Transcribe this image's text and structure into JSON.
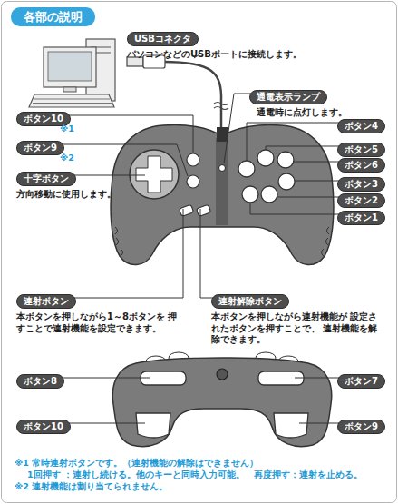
{
  "diagram": {
    "title": "各部の説明",
    "nodes": [
      {
        "text": [
          "USBコネクタ",
          "パソコンなどのUSBポートに接続します。"
        ]
      },
      {
        "text": [
          "通電表示ランプ",
          "通電時に点灯します。"
        ]
      },
      {
        "text": [
          "ボタン10"
        ]
      },
      {
        "text": [
          "ボタン4"
        ]
      },
      {
        "text": [
          "ボタン9"
        ]
      },
      {
        "text": [
          "ボタン5"
        ]
      },
      {
        "text": [
          "ボタン6"
        ]
      },
      {
        "text": [
          "十字ボタン",
          "方向移動に使用します。"
        ]
      },
      {
        "text": [
          "ボタン3"
        ]
      },
      {
        "text": [
          "ボタン2"
        ]
      },
      {
        "text": [
          "ボタン1"
        ]
      },
      {
        "text": [
          "連射ボタン",
          "本ボタンを押しながら1～8ボタンを 押すことで連射機能を設定できます。"
        ]
      },
      {
        "text": [
          "連射解除ボタン",
          "本ボタンを押しながら連射機能が 設定されたボタンを押すことで、 連射機能を解除できます。"
        ]
      },
      {
        "text": [
          "ボタン8"
        ]
      },
      {
        "text": [
          "ボタン7"
        ]
      },
      {
        "text": [
          "ボタン10"
        ]
      },
      {
        "text": [
          "ボタン9"
        ]
      }
    ],
    "labels": [
      "※1",
      "※2",
      "※1 常時連射ボタンです。（連射機能の解除はできません）",
      "1回押す ：連射し続ける。他のキーと同時入力可能。　再度押す：連射を止める。",
      "※2 連射機能は割り当てられません。"
    ]
  }
}
